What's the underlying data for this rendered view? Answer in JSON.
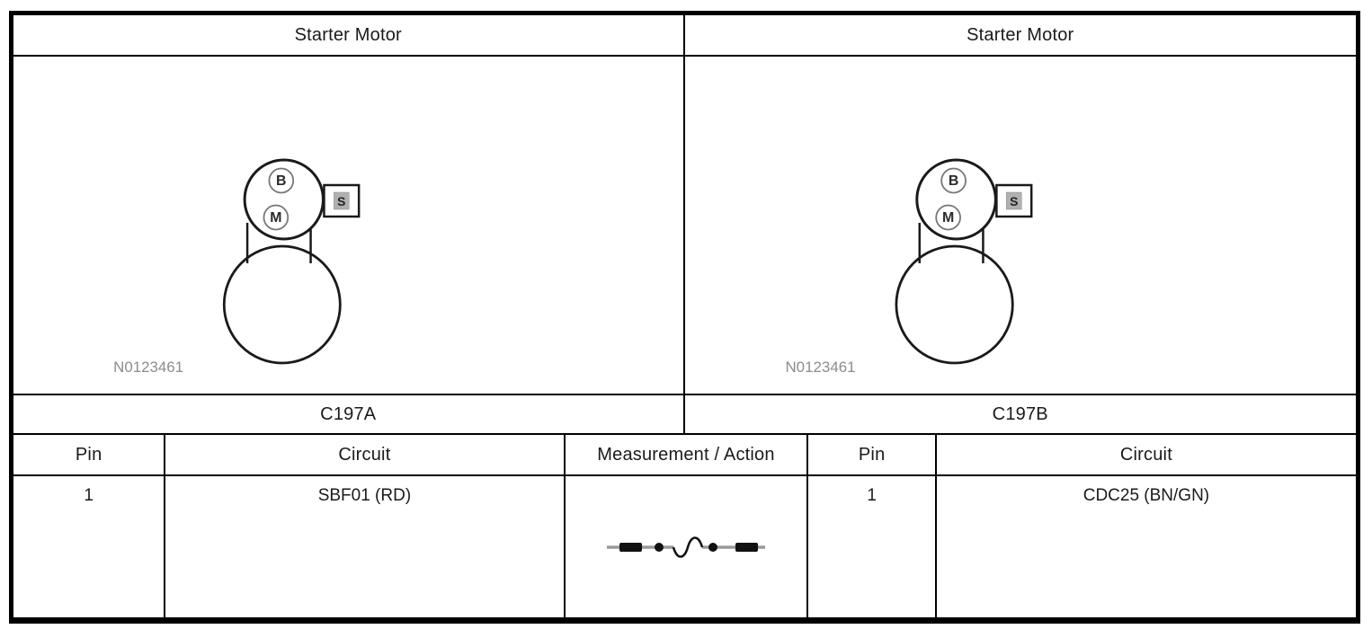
{
  "panels": {
    "left": {
      "title": "Starter Motor",
      "connector": "C197A",
      "figure_id": "N0123461",
      "terminal_b": "B",
      "terminal_m": "M",
      "terminal_s": "S"
    },
    "right": {
      "title": "Starter Motor",
      "connector": "C197B",
      "figure_id": "N0123461",
      "terminal_b": "B",
      "terminal_m": "M",
      "terminal_s": "S"
    }
  },
  "pin_table": {
    "headers": {
      "pin_left": "Pin",
      "circuit_left": "Circuit",
      "measurement_action": "Measurement / Action",
      "pin_right": "Pin",
      "circuit_right": "Circuit"
    },
    "row": {
      "pin_left": "1",
      "circuit_left": "SBF01 (RD)",
      "measurement_icon": "wire-continuity-resistance-symbol",
      "pin_right": "1",
      "circuit_right": "CDC25 (BN/GN)"
    }
  },
  "colors": {
    "border": "#000000",
    "text": "#1a1a1a",
    "figure_id_text": "#8c8c8c",
    "terminal_ring": "#777777",
    "terminal_s_bg": "#b0b0b0",
    "symbol_wire": "#9a9a9a",
    "symbol_ink": "#111111"
  }
}
